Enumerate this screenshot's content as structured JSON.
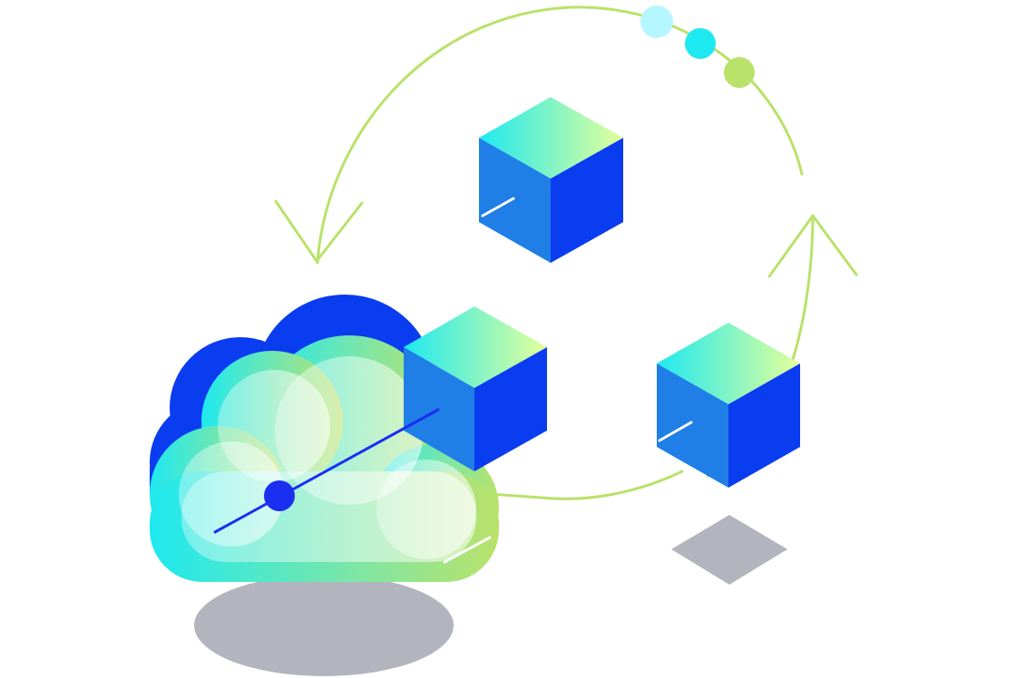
{
  "illustration": {
    "subject": "cloud-with-cycling-cubes",
    "icons": [
      "cloud-icon",
      "cube-icon",
      "cycle-arrow-icon",
      "shadow",
      "dots"
    ]
  },
  "colors": {
    "background": "#ffffff",
    "cycle_stroke": "#b9e26a",
    "cube_left_face": "#1f7fe6",
    "cube_right_face": "#0a3cf0",
    "cube_top_start": "#1ee9f0",
    "cube_top_end": "#e4ff9a",
    "cloud_back": "#0a3cf0",
    "cloud_front_start": "#1ee9f0",
    "cloud_front_end": "#b9e26a",
    "shadow": "#b2b5bd",
    "dot_light_cyan": "#b6f6ff",
    "dot_cyan": "#1ee9f0",
    "dot_green": "#b9e26a",
    "node_blue": "#1a2ff0"
  }
}
